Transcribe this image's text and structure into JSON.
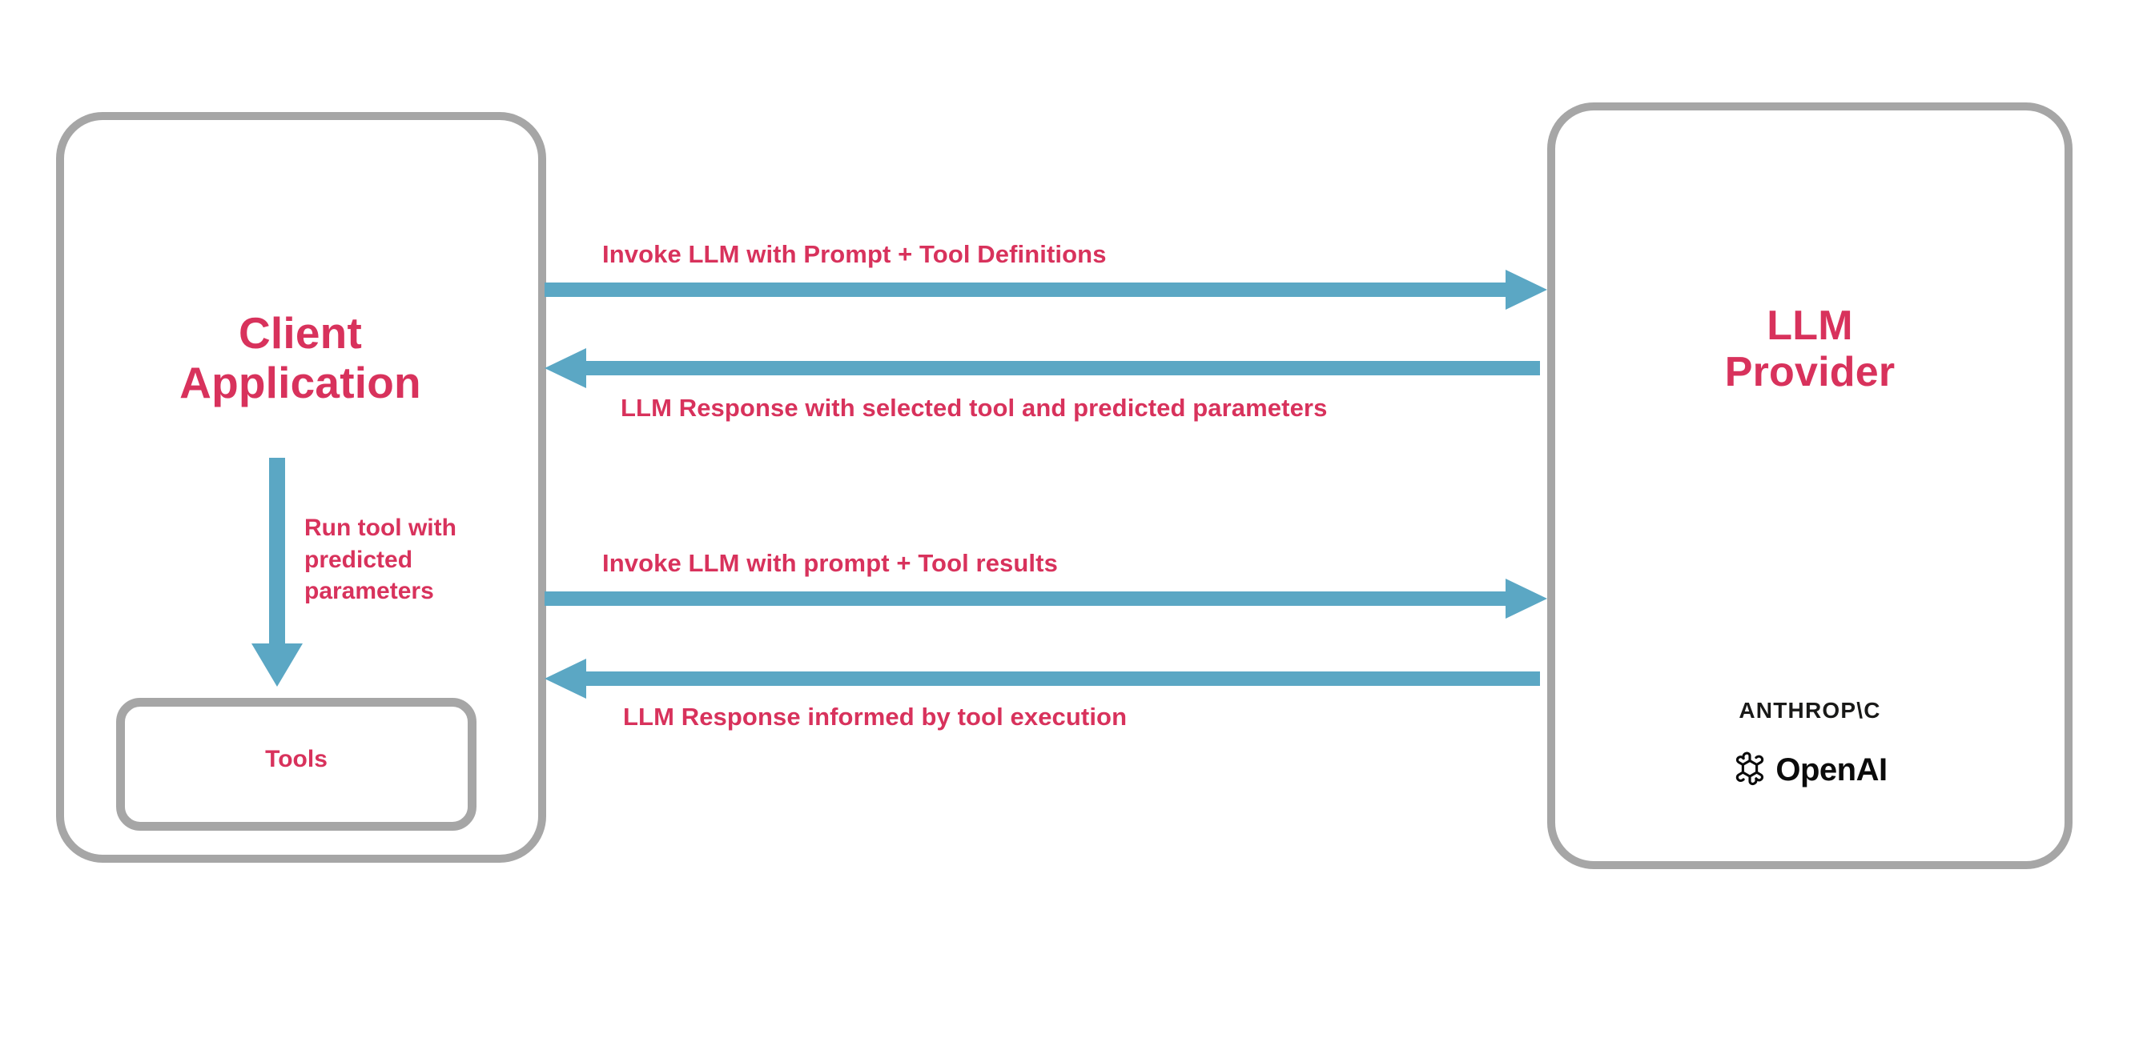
{
  "diagram": {
    "title": "LLM tool-calling sequence between client application and LLM provider",
    "colors": {
      "accent_text": "#d8325c",
      "arrow": "#5ba7c4",
      "box_border": "#a6a6a6",
      "background": "#ffffff",
      "logo_text": "#191918"
    }
  },
  "client_box": {
    "title": "Client\nApplication",
    "title_line_1": "Client",
    "title_line_2": "Application",
    "internal_arrow_label": "Run tool with predicted parameters",
    "tools": {
      "label": "Tools"
    }
  },
  "provider_box": {
    "title_line_1": "LLM",
    "title_line_2": "Provider",
    "logos": [
      {
        "name": "anthropic-logo",
        "text": "ANTHROP\\C"
      },
      {
        "name": "openai-logo",
        "text": "OpenAI"
      }
    ]
  },
  "arrows": [
    {
      "id": "invoke-llm-prompt-tools",
      "label": "Invoke LLM with Prompt + Tool Definitions",
      "direction": "right",
      "from": "Client Application",
      "to": "LLM Provider"
    },
    {
      "id": "llm-response-selected-tool",
      "label": "LLM Response with selected tool and predicted parameters",
      "direction": "left",
      "from": "LLM Provider",
      "to": "Client Application"
    },
    {
      "id": "invoke-llm-tool-results",
      "label": "Invoke LLM with prompt + Tool results",
      "direction": "right",
      "from": "Client Application",
      "to": "LLM Provider"
    },
    {
      "id": "llm-response-informed",
      "label": "LLM Response informed by tool execution",
      "direction": "left",
      "from": "LLM Provider",
      "to": "Client Application"
    }
  ]
}
